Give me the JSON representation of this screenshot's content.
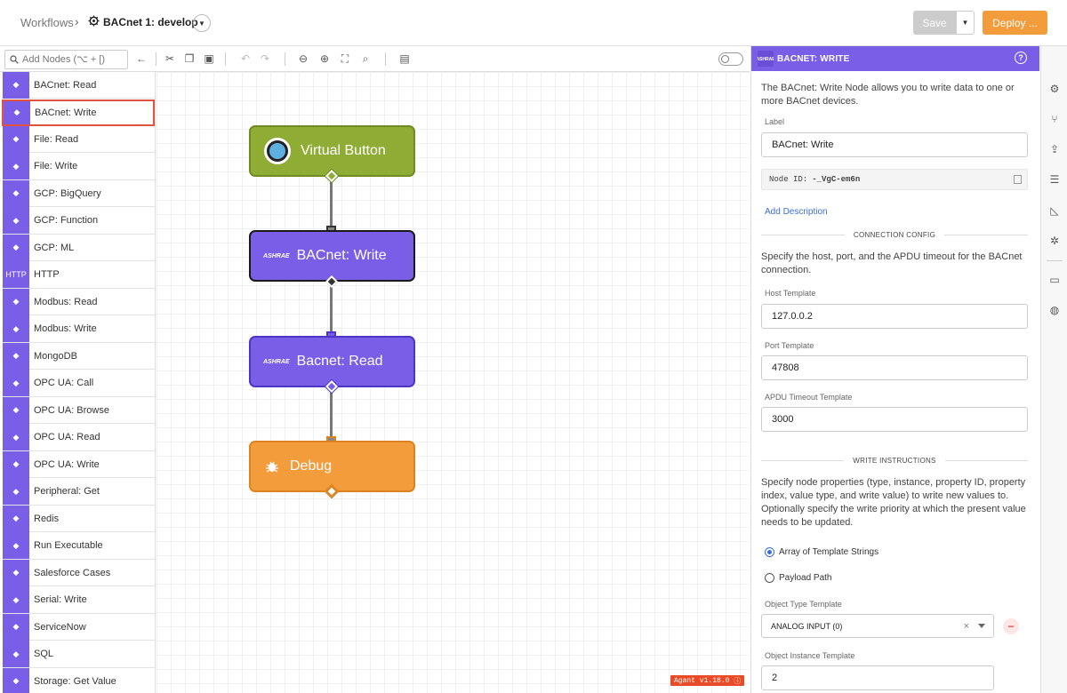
{
  "header": {
    "breadcrumb_root": "Workflows",
    "breadcrumb_sep": "›",
    "workflow_name": "BACnet 1: develop",
    "save_label": "Save",
    "deploy_label": "Deploy ..."
  },
  "toolbar": {
    "search_placeholder": "Add Nodes (⌥ + [)"
  },
  "palette": {
    "items": [
      {
        "label": "BACnet: Read",
        "icon": "bacnet-icon"
      },
      {
        "label": "BACnet: Write",
        "icon": "bacnet-icon",
        "selected": true
      },
      {
        "label": "File: Read",
        "icon": "file-icon"
      },
      {
        "label": "File: Write",
        "icon": "file-icon"
      },
      {
        "label": "GCP: BigQuery",
        "icon": "gcp-icon"
      },
      {
        "label": "GCP: Function",
        "icon": "gcp-icon"
      },
      {
        "label": "GCP: ML",
        "icon": "gcp-icon"
      },
      {
        "label": "HTTP",
        "icon": "http-icon",
        "glyph": "HTTP"
      },
      {
        "label": "Modbus: Read",
        "icon": "modbus-icon"
      },
      {
        "label": "Modbus: Write",
        "icon": "modbus-icon"
      },
      {
        "label": "MongoDB",
        "icon": "mongodb-icon"
      },
      {
        "label": "OPC UA: Call",
        "icon": "opcua-icon"
      },
      {
        "label": "OPC UA: Browse",
        "icon": "opcua-icon"
      },
      {
        "label": "OPC UA: Read",
        "icon": "opcua-icon"
      },
      {
        "label": "OPC UA: Write",
        "icon": "opcua-icon"
      },
      {
        "label": "Peripheral: Get",
        "icon": "peripheral-icon"
      },
      {
        "label": "Redis",
        "icon": "redis-icon"
      },
      {
        "label": "Run Executable",
        "icon": "terminal-icon"
      },
      {
        "label": "Salesforce Cases",
        "icon": "salesforce-icon"
      },
      {
        "label": "Serial: Write",
        "icon": "serial-icon"
      },
      {
        "label": "ServiceNow",
        "icon": "servicenow-icon"
      },
      {
        "label": "SQL",
        "icon": "database-icon"
      },
      {
        "label": "Storage: Get Value",
        "icon": "storage-icon"
      }
    ]
  },
  "canvas": {
    "nodes": [
      {
        "label": "Virtual Button",
        "type": "virtual-button",
        "color": "#8fac34"
      },
      {
        "label": "BACnet: Write",
        "type": "bacnet-write",
        "color": "#7b5ee8"
      },
      {
        "label": "Bacnet: Read",
        "type": "bacnet-read",
        "color": "#7b5ee8"
      },
      {
        "label": "Debug",
        "type": "debug",
        "color": "#f39c3c"
      }
    ],
    "version": "Agant v1.18.0"
  },
  "panel": {
    "title": "BACNET: WRITE",
    "description": "The BACnet: Write Node allows you to write data to one or more BACnet devices.",
    "label_field_label": "Label",
    "label_value": "BACnet: Write",
    "node_id_label": "Node ID:",
    "node_id_value": "-_VgC-em6n",
    "add_description": "Add Description",
    "connection_title": "CONNECTION CONFIG",
    "connection_text": "Specify the host, port, and the APDU timeout for the BACnet connection.",
    "host_label": "Host Template",
    "host_value": "127.0.0.2",
    "port_label": "Port Template",
    "port_value": "47808",
    "apdu_label": "APDU Timeout Template",
    "apdu_value": "3000",
    "write_title": "WRITE INSTRUCTIONS",
    "write_text": "Specify node properties (type, instance, property ID, property index, value type, and write value) to write new values to. Optionally specify the write priority at which the present value needs to be updated.",
    "radio_array": "Array of Template Strings",
    "radio_payload": "Payload Path",
    "object_type_label": "Object Type Template",
    "object_type_value": "ANALOG INPUT (0)",
    "object_instance_label": "Object Instance Template",
    "object_instance_value": "2"
  },
  "colors": {
    "accent": "#7b5ee8",
    "deploy": "#f39c3c",
    "selected_outline": "#e0533e",
    "link": "#3b6fd6"
  }
}
